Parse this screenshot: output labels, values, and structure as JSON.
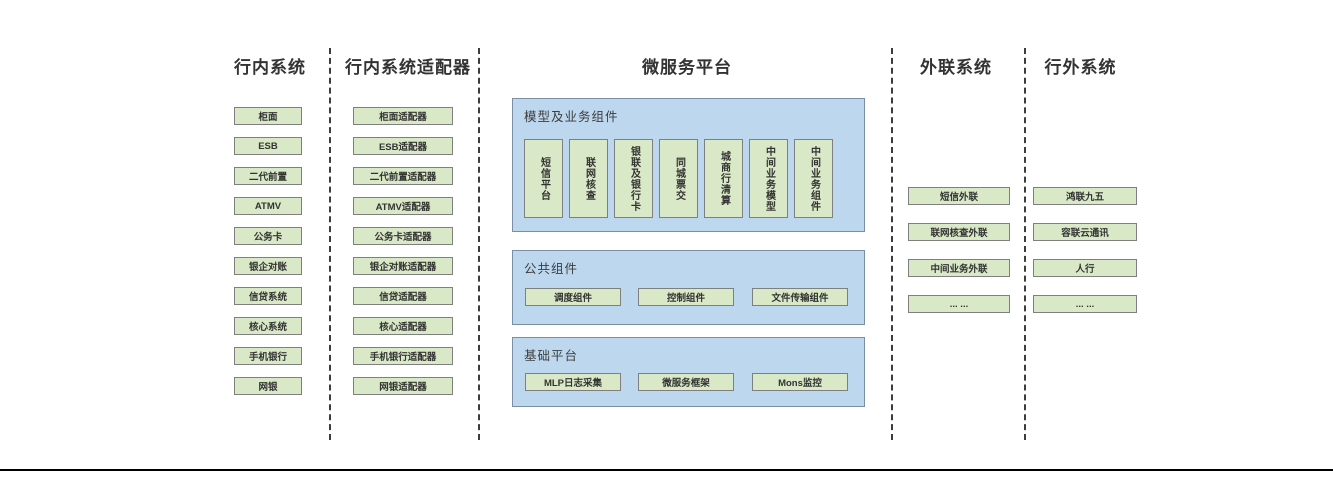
{
  "colors": {
    "green_fill": "#d9e8c6",
    "green_border": "#7f7f7f",
    "blue_panel_fill": "#bdd7ee",
    "blue_panel_border": "#7a8fa3",
    "text": "#333333",
    "separator": "#3c3c3c",
    "bottom_rule": "#000000"
  },
  "col_internal": {
    "title": "行内系统",
    "items": [
      "柜面",
      "ESB",
      "二代前置",
      "ATMV",
      "公务卡",
      "银企对账",
      "信贷系统",
      "核心系统",
      "手机银行",
      "网银"
    ]
  },
  "col_adapter": {
    "title": "行内系统适配器",
    "items": [
      "柜面适配器",
      "ESB适配器",
      "二代前置适配器",
      "ATMV适配器",
      "公务卡适配器",
      "银企对账适配器",
      "信贷适配器",
      "核心适配器",
      "手机银行适配器",
      "网银适配器"
    ]
  },
  "platform": {
    "title": "微服务平台",
    "model_section": {
      "label": "模型及业务组件",
      "items": [
        "短信平台",
        "联网核查",
        "银联及银行卡",
        "同城票交",
        "城商行清算",
        "中间业务模型",
        "中间业务组件"
      ]
    },
    "common_section": {
      "label": "公共组件",
      "items": [
        "调度组件",
        "控制组件",
        "文件传输组件"
      ]
    },
    "base_section": {
      "label": "基础平台",
      "items": [
        "MLP日志采集",
        "微服务框架",
        "Mons监控"
      ]
    }
  },
  "col_outreach": {
    "title": "外联系统",
    "items": [
      "短信外联",
      "联网核查外联",
      "中间业务外联",
      "... ..."
    ]
  },
  "col_external": {
    "title": "行外系统",
    "items": [
      "鸿联九五",
      "容联云通讯",
      "人行",
      "... ..."
    ]
  }
}
